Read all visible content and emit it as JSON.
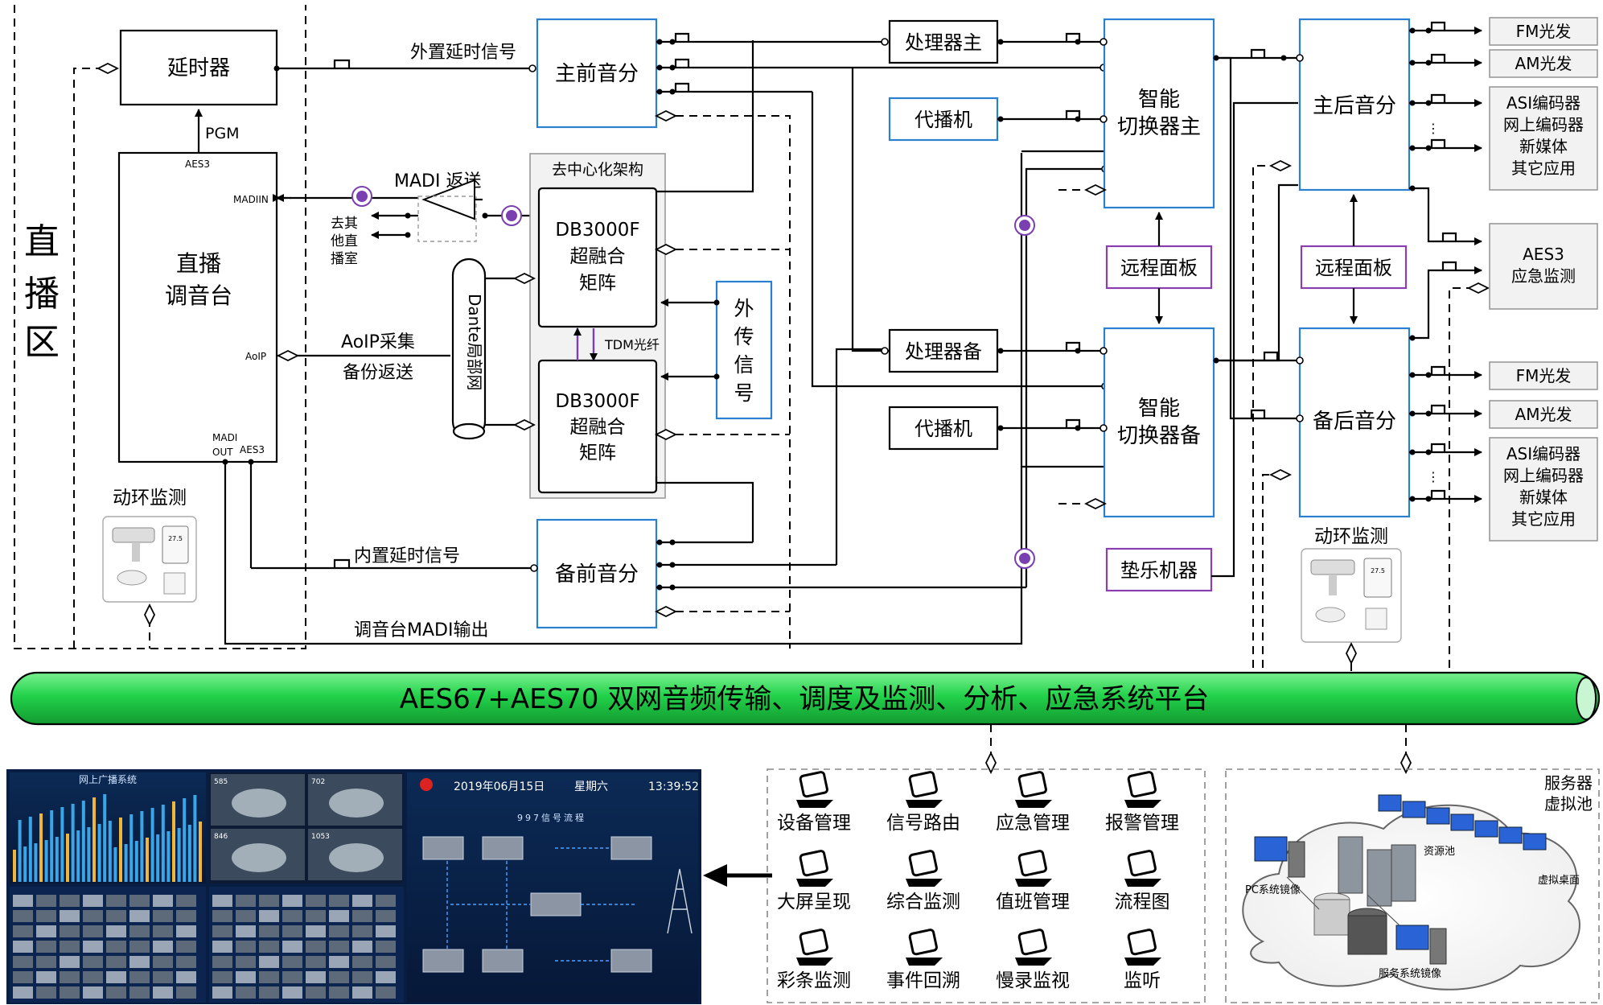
{
  "zone": {
    "label": "直播区"
  },
  "boxes": {
    "delay": "延时器",
    "console_line1": "直播",
    "console_line2": "调音台",
    "main_front": "主前音分",
    "backup_front": "备前音分",
    "db1_l1": "DB3000F",
    "db1_l2": "超融合",
    "db1_l3": "矩阵",
    "db2_l1": "DB3000F",
    "db2_l2": "超融合",
    "db2_l3": "矩阵",
    "ext_signal": [
      "外",
      "传",
      "信",
      "号"
    ],
    "dante": "Dante局部网",
    "proc_main": "处理器主",
    "proc_backup": "处理器备",
    "relay1": "代播机",
    "relay2": "代播机",
    "switch_main_l1": "智能",
    "switch_main_l2": "切换器主",
    "switch_backup_l1": "智能",
    "switch_backup_l2": "切换器备",
    "remote1": "远程面板",
    "remote2": "远程面板",
    "filler": "垫乐机器",
    "main_rear": "主后音分",
    "backup_rear": "备后音分"
  },
  "labels": {
    "pgm": "PGM",
    "aes3_top": "AES3",
    "madi_in": "MADIIN",
    "aoip": "AoIP",
    "madi_out_l1": "MADI",
    "madi_out_l2": "OUT",
    "aes3_bottom": "AES3",
    "madi_return": "MADI 返送",
    "to_other": [
      "去其",
      "他直",
      "播室"
    ],
    "decentral": "去中心化架构",
    "tdm": "TDM光纤",
    "aoip_collect": "AoIP采集",
    "backup_return": "备份返送",
    "ext_delay": "外置延时信号",
    "int_delay": "内置延时信号",
    "console_madi": "调音台MADI输出",
    "env_monitor_left": "动环监测",
    "env_monitor_right": "动环监测"
  },
  "outputs_top": [
    "FM光发",
    "AM光发"
  ],
  "outputs_top_multi": [
    "ASI编码器",
    "网上编码器",
    "新媒体",
    "其它应用"
  ],
  "aes3_emergency": [
    "AES3",
    "应急监测"
  ],
  "outputs_bottom": [
    "FM光发",
    "AM光发"
  ],
  "outputs_bottom_multi": [
    "ASI编码器",
    "网上编码器",
    "新媒体",
    "其它应用"
  ],
  "bus": {
    "label": "AES67+AES70 双网音频传输、调度及监测、分析、应急系统平台"
  },
  "screen": {
    "panel1_title": "网上广播系统",
    "cam_ids": [
      "585",
      "702",
      "846",
      "1053"
    ],
    "date": "2019年06月15日",
    "weekday": "星期六",
    "time": "13:39:52",
    "flow_title": "997信号流程"
  },
  "workstations": [
    "设备管理",
    "信号路由",
    "应急管理",
    "报警管理",
    "大屏呈现",
    "综合监测",
    "值班管理",
    "流程图",
    "彩条监测",
    "事件回溯",
    "慢录监视",
    "监听"
  ],
  "server": {
    "title_l1": "服务器",
    "title_l2": "虚拟池",
    "pool": "资源池",
    "pc_image": "PC系统镜像",
    "virtual_desktop": "虚拟桌面",
    "service_image": "服务系统镜像"
  },
  "colors": {
    "bus_green": "#22d24a",
    "box_blue": "#2a7fd0",
    "box_purple": "#8a3fb0",
    "grey_box": "#f2f2f2"
  }
}
